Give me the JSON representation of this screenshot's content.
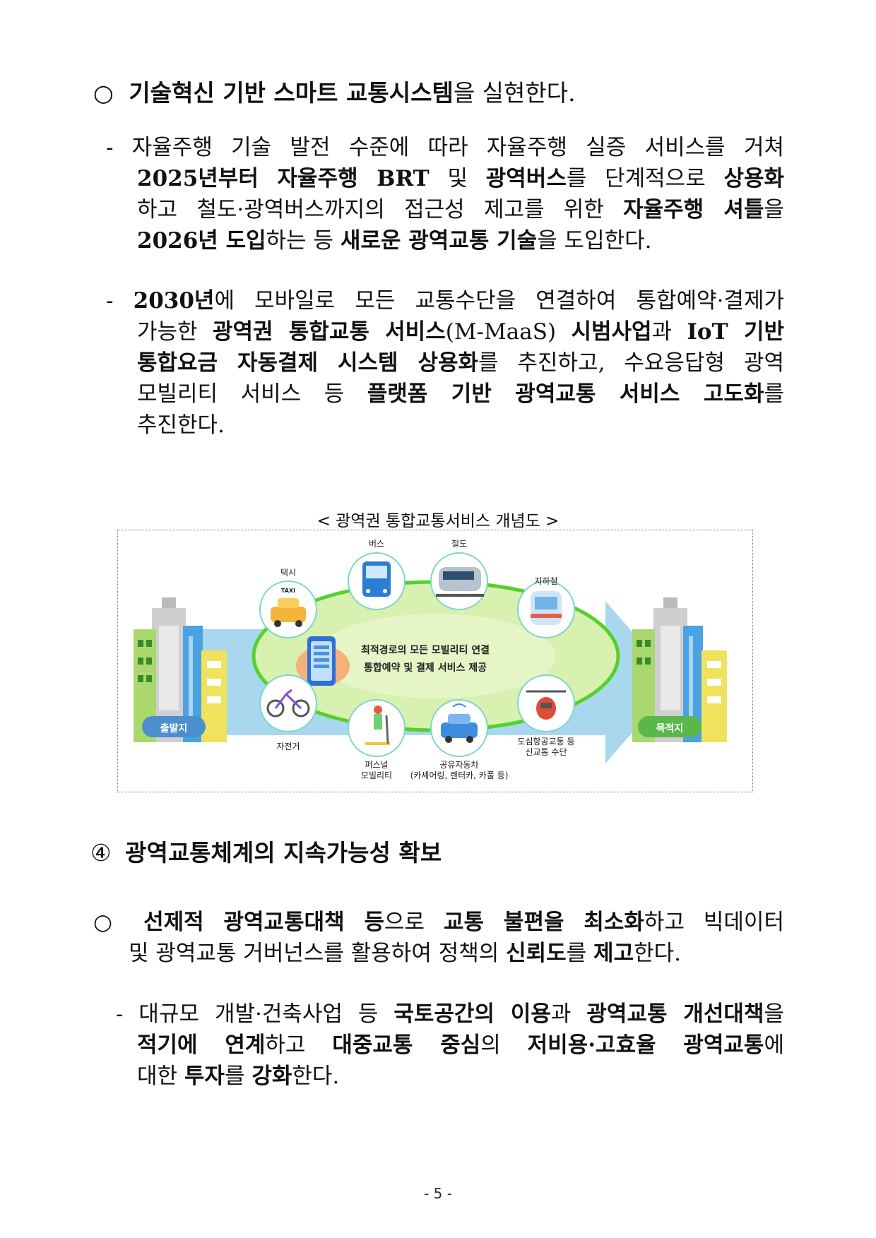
{
  "section1": {
    "bullet": "○",
    "heading_bold": "기술혁신 기반 스마트 교통시스템",
    "heading_rest": "을 실현한다.",
    "para1": {
      "line1": "- 자율주행 기술 발전 수준에 따라 자율주행 실증 서비스를 거쳐",
      "line2_b1": "2025년부터 자율주행 BRT",
      "line2_t1": " 및 ",
      "line2_b2": "광역버스",
      "line2_t2": "를 단계적으로 ",
      "line2_b3": "상용화",
      "line3_t1": "하고 철도·광역버스까지의 접근성 제고를 위한 ",
      "line3_b1": "자율주행 셔틀",
      "line3_t2": "을",
      "line4_b1": "2026년 도입",
      "line4_t1": "하는 등 ",
      "line4_b2": "새로운 광역교통 기술",
      "line4_t2": "을 도입한다."
    },
    "para2": {
      "line1_dash": "- ",
      "line1_b1": "2030년",
      "line1_t1": "에 모바일로 모든 교통수단을 연결하여 통합예약·결제가",
      "line2_t1": "가능한 ",
      "line2_b1": "광역권 통합교통 서비스",
      "line2_t2": "(M-MaaS) ",
      "line2_b2": "시범사업",
      "line2_t3": "과 ",
      "line2_b3": "IoT 기반",
      "line3_b1": "통합요금 자동결제 시스템 상용화",
      "line3_t1": "를 추진하고, 수요응답형 광역",
      "line4_t1": "모빌리티 서비스 등 ",
      "line4_b1": "플랫폼 기반 광역교통 서비스 고도화",
      "line4_t2": "를",
      "line5_t1": "추진한다."
    }
  },
  "figure": {
    "caption": "< 광역권 통합교통서비스 개념도 >",
    "labels": {
      "bus": "버스",
      "rail": "철도",
      "taxi": "택시",
      "subway": "지하철",
      "bicycle": "자전거",
      "pm_line1": "퍼스널",
      "pm_line2": "모빌리티",
      "car_line1": "공유자동차",
      "car_line2": "(카셰어링, 렌터카, 카풀 등)",
      "uam_line1": "도심항공교통 등",
      "uam_line2": "신교통 수단",
      "origin": "출발지",
      "destination": "목적지",
      "center_line1": "최적경로의 모든 모빌리티 연결",
      "center_line2": "통합예약 및 결제 서비스 제공",
      "taxi_sign": "TAXI"
    },
    "colors": {
      "arrow": "#a9d8ee",
      "ellipse_fill": "#cfe9a3",
      "ellipse_border": "#54d12a",
      "origin_badge": "#4b8fcf",
      "destination_badge": "#58b84a"
    }
  },
  "section2": {
    "number": "④",
    "title": "광역교통체계의 지속가능성 확보"
  },
  "section3": {
    "bullet": "○",
    "line1_b1": "선제적 광역교통대책 등",
    "line1_t1": "으로 ",
    "line1_b2": "교통 불편을 최소화",
    "line1_t2": "하고 빅데이터",
    "line2_t1": "및 광역교통 거버넌스를 활용하여 정책의 ",
    "line2_b1": "신뢰도",
    "line2_t2": "를 ",
    "line2_b2": "제고",
    "line2_t3": "한다.",
    "para": {
      "line1_t1": "- 대규모 개발·건축사업 등 ",
      "line1_b1": "국토공간의 이용",
      "line1_t2": "과 ",
      "line1_b2": "광역교통 개선대책",
      "line1_t3": "을",
      "line2_b1": "적기에 연계",
      "line2_t1": "하고 ",
      "line2_b2": "대중교통 중심",
      "line2_t2": "의 ",
      "line2_b3": "저비용·고효율 광역교통",
      "line2_t3": "에",
      "line3_t1": "대한 ",
      "line3_b1": "투자",
      "line3_t2": "를 ",
      "line3_b2": "강화",
      "line3_t3": "한다."
    }
  },
  "footer": {
    "page_number": "- 5 -"
  }
}
